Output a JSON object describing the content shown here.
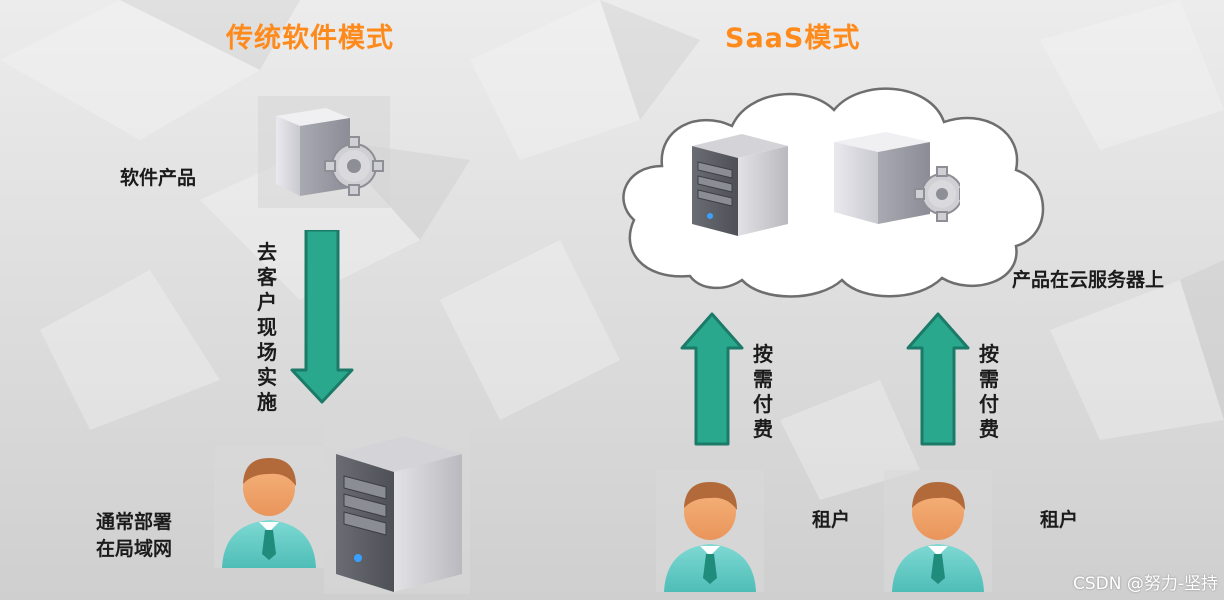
{
  "traditional": {
    "title": "传统软件模式",
    "product_label": "软件产品",
    "delivery_label": "去客户现场实施",
    "deploy_label": "通常部署在局域网",
    "deploy_line1": "通常部署",
    "deploy_line2": "在局域网"
  },
  "saas": {
    "title": "SaaS模式",
    "cloud_label": "产品在云服务器上",
    "payment_label_1": "按需付费",
    "payment_label_2": "按需付费",
    "tenant_label_1": "租户",
    "tenant_label_2": "租户"
  },
  "watermark": "CSDN @努力-坚持",
  "colors": {
    "title": "#ff8a1c",
    "arrow_fill": "#2aa88e",
    "arrow_stroke": "#1b7a68",
    "person_shirt": "#66cdc8",
    "person_skin": "#f2a66c",
    "person_hair": "#b36a3a",
    "tie": "#1f8c7c"
  },
  "icons": [
    "software-box-icon",
    "gear-icon",
    "server-icon",
    "person-icon",
    "cloud-icon",
    "arrow-down-icon",
    "arrow-up-icon"
  ]
}
